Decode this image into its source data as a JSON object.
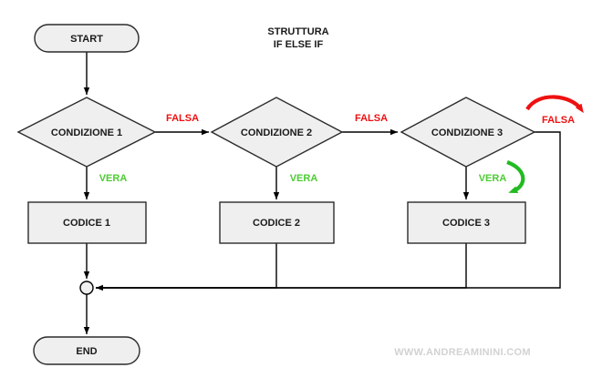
{
  "diagram": {
    "title_line1": "STRUTTURA",
    "title_line2": "IF ELSE IF",
    "watermark": "WWW.ANDREAMININI.COM",
    "colors": {
      "false_label": "#ee1111",
      "true_label": "#4dcc33",
      "shape_fill": "#efefef",
      "shape_stroke": "#2b2b2b",
      "connector": "#000000",
      "watermark": "#d2d2d2",
      "red_arrow": "#ee1111",
      "green_arrow": "#22bb22"
    },
    "nodes": {
      "start": "START",
      "end": "END",
      "condition1": "CONDIZIONE 1",
      "condition2": "CONDIZIONE 2",
      "condition3": "CONDIZIONE 3",
      "code1": "CODICE 1",
      "code2": "CODICE 2",
      "code3": "CODICE 3"
    },
    "edge_labels": {
      "false1": "FALSA",
      "false2": "FALSA",
      "false3": "FALSA",
      "true1": "VERA",
      "true2": "VERA",
      "true3": "VERA"
    }
  }
}
